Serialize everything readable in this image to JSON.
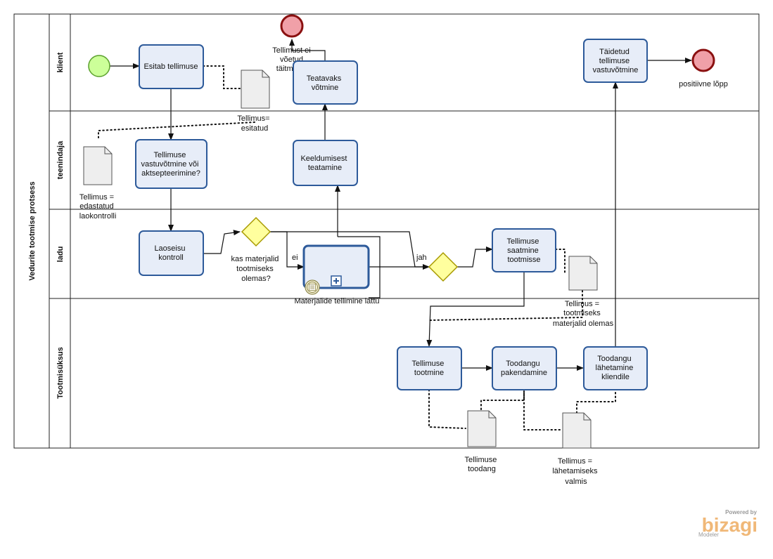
{
  "pool": {
    "title": "Vedurite tootmise protsess"
  },
  "lanes": [
    "klient",
    "teenindaja",
    "ladu",
    "Tootmisüksus"
  ],
  "tasks": {
    "esitab": [
      "Esitab tellimuse"
    ],
    "teatavaks": [
      "Teatavaks",
      "võtmine"
    ],
    "taidetud": [
      "Täidetud",
      "tellimuse",
      "vastuvõtmine"
    ],
    "tellimuse_vastu": [
      "Tellimuse",
      "vastuvõtmine või",
      "aktsepteerimine?"
    ],
    "keeldumisest": [
      "Keeldumisest",
      "teatamine"
    ],
    "laoseisu": [
      "Laoseisu",
      "kontroll"
    ],
    "saatmine": [
      "Tellimuse",
      "saatmine",
      "tootmisse"
    ],
    "tootmine": [
      "Tellimuse",
      "tootmine"
    ],
    "pakendamine": [
      "Toodangu",
      "pakendamine"
    ],
    "lahetamine": [
      "Toodangu",
      "lähetamine",
      "kliendile"
    ]
  },
  "subprocess": {
    "label": "Materjalide tellimine lattu"
  },
  "events": {
    "end_negative": [
      "Tellimust ei",
      "võetud",
      "täitmisele"
    ],
    "end_positive": [
      "positiivne lõpp"
    ]
  },
  "gateways": {
    "kas": [
      "kas materjalid",
      "tootmiseks",
      "olemas?"
    ]
  },
  "flow_labels": {
    "ei": "ei",
    "jah": "jah"
  },
  "documents": {
    "esitatud": [
      "Tellimus=",
      "esitatud"
    ],
    "edastatud": [
      "Tellimus =",
      "edastatud",
      "laokontrolli"
    ],
    "materjalid": [
      "Tellimus =",
      "tootmiseks",
      "materjalid olemas"
    ],
    "toodang": [
      "Tellimuse",
      "toodang"
    ],
    "lahetamiseks": [
      "Tellimus =",
      "lähetamiseks",
      "valmis"
    ]
  },
  "branding": {
    "powered": "Powered by",
    "brand": "bizagi",
    "product": "Modeler"
  },
  "colors": {
    "task_fill": "#e7edf8",
    "task_stroke": "#2d5a9a",
    "start_fill": "#ccff99",
    "start_stroke": "#5aa02c",
    "end_fill": "#f0a0a8",
    "end_stroke": "#8a1010",
    "gateway_fill": "#ffff9e",
    "gateway_stroke": "#a89a00",
    "brand": "#f0b878"
  }
}
